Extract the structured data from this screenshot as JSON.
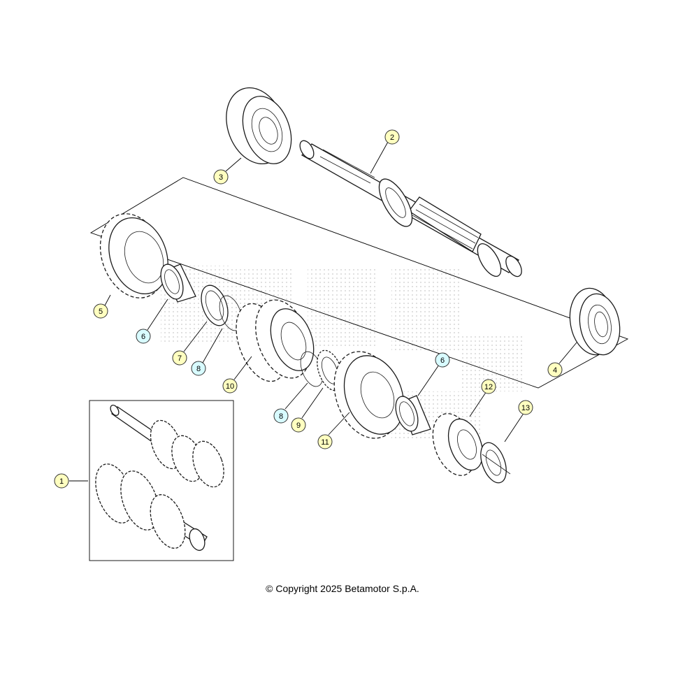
{
  "copyright": "© Copyright 2025 Betamotor S.p.A.",
  "colors": {
    "callout_primary": "#ffffc0",
    "callout_secondary": "#d8fbff"
  },
  "callouts": [
    {
      "label": "1",
      "color": "yellow"
    },
    {
      "label": "2",
      "color": "yellow"
    },
    {
      "label": "3",
      "color": "yellow"
    },
    {
      "label": "4",
      "color": "yellow"
    },
    {
      "label": "5",
      "color": "yellow"
    },
    {
      "label": "6",
      "color": "cyan"
    },
    {
      "label": "7",
      "color": "yellow"
    },
    {
      "label": "8",
      "color": "cyan"
    },
    {
      "label": "10",
      "color": "yellow"
    },
    {
      "label": "8",
      "color": "cyan"
    },
    {
      "label": "9",
      "color": "yellow"
    },
    {
      "label": "11",
      "color": "yellow"
    },
    {
      "label": "6",
      "color": "cyan"
    },
    {
      "label": "12",
      "color": "yellow"
    },
    {
      "label": "13",
      "color": "yellow"
    }
  ]
}
